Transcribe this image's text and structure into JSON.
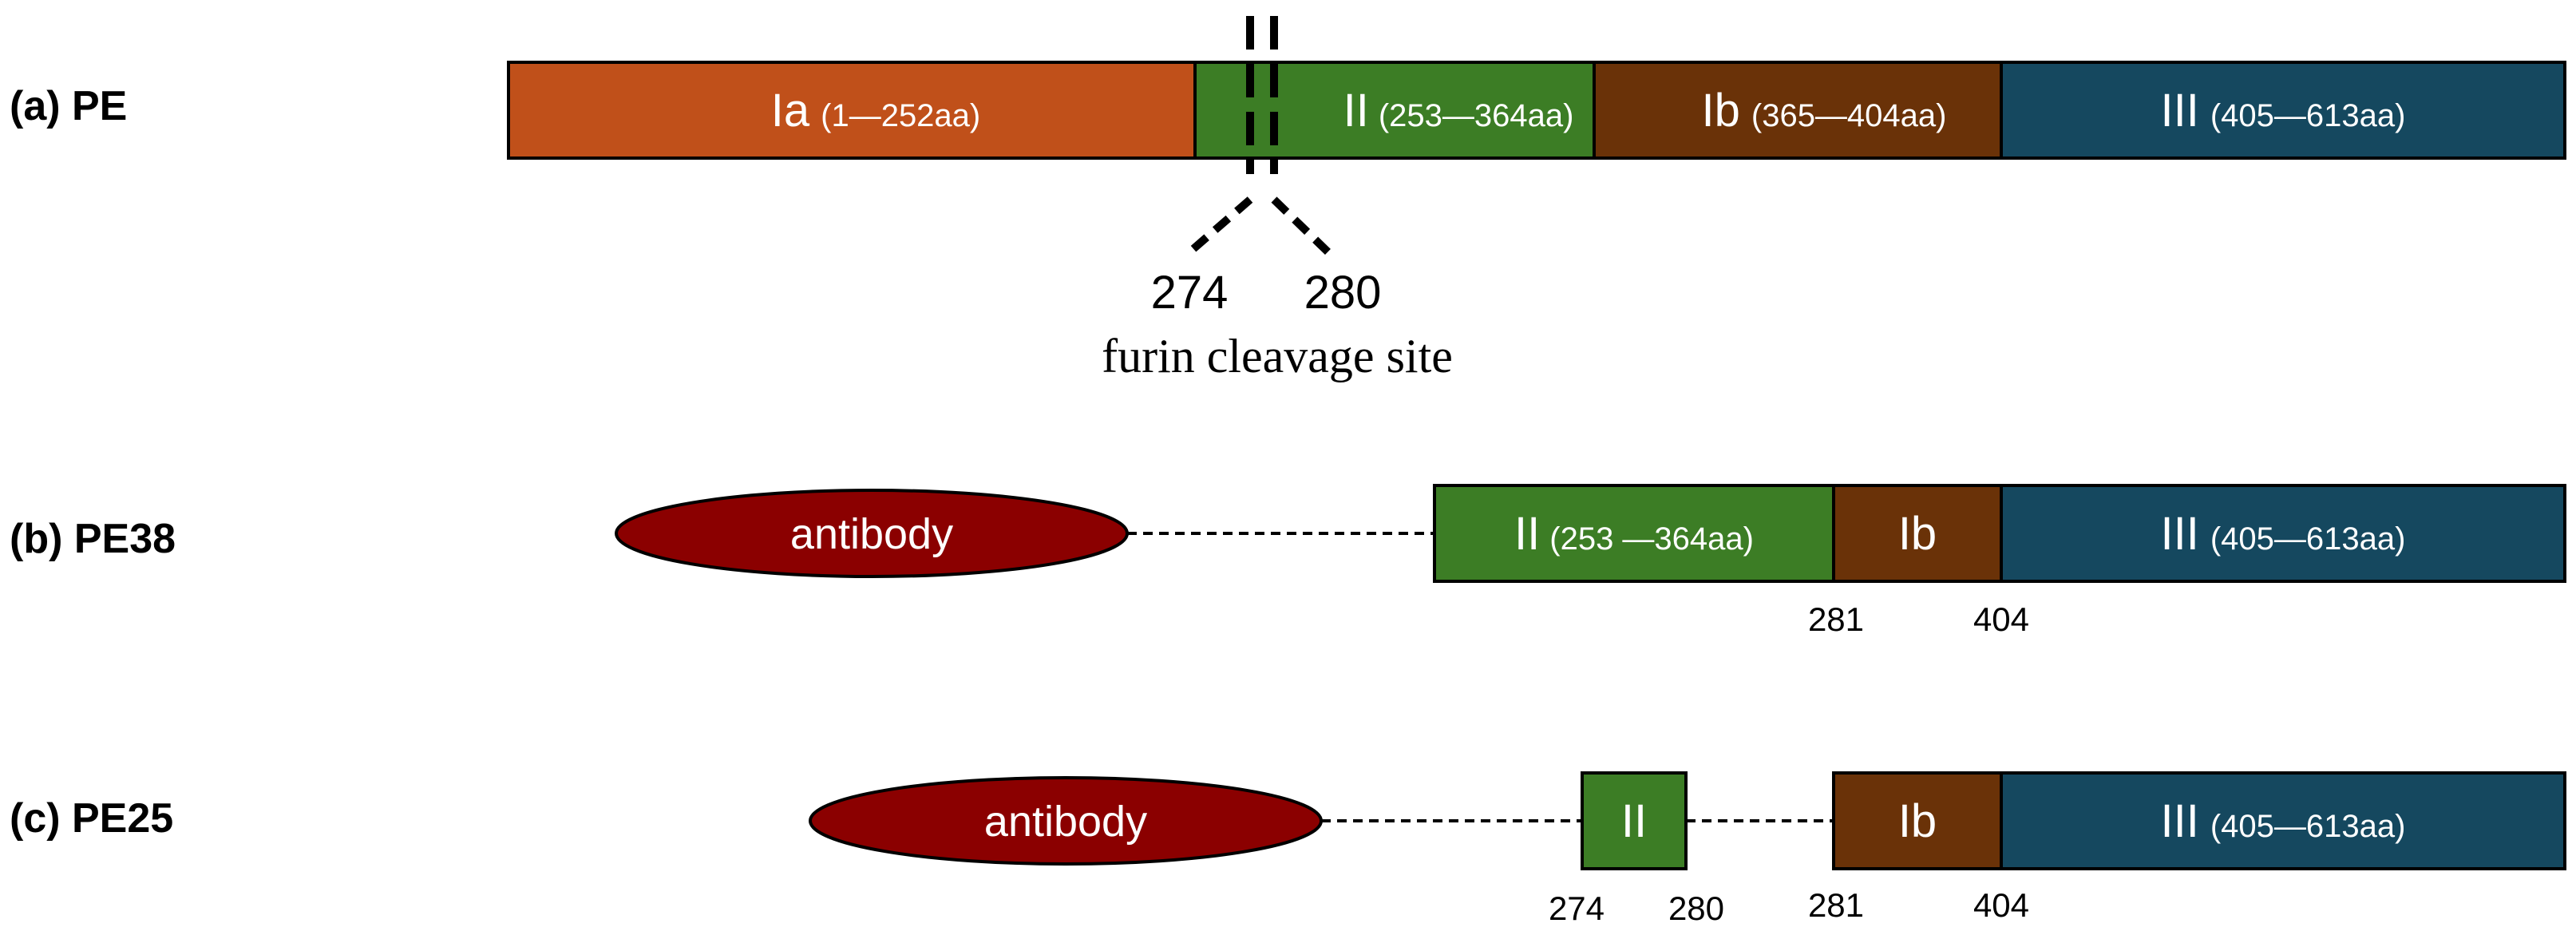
{
  "colors": {
    "domain_Ia": "#c0501a",
    "domain_II": "#3c7d25",
    "domain_Ib": "#6a3208",
    "domain_III": "#15485f",
    "antibody": "#8b0000"
  },
  "rows": {
    "a": {
      "label": "(a) PE",
      "domains": {
        "Ia": {
          "name": "Ia",
          "range": "(1—252aa)"
        },
        "II": {
          "name": "II",
          "range": "(253—364aa)"
        },
        "Ib": {
          "name": "Ib",
          "range": "(365—404aa)"
        },
        "III": {
          "name": "III",
          "range": "(405—613aa)"
        }
      },
      "cleavage": {
        "start": "274",
        "end": "280",
        "caption": "furin cleavage site"
      }
    },
    "b": {
      "label": "(b) PE38",
      "antibody": "antibody",
      "domains": {
        "II": {
          "name": "II",
          "range": "(253 —364aa)"
        },
        "Ib": {
          "name": "Ib"
        },
        "III": {
          "name": "III",
          "range": "(405—613aa)"
        }
      },
      "positions": {
        "p281": "281",
        "p404": "404"
      }
    },
    "c": {
      "label": "(c) PE25",
      "antibody": "antibody",
      "domains": {
        "II": {
          "name": "II"
        },
        "Ib": {
          "name": "Ib"
        },
        "III": {
          "name": "III",
          "range": "(405—613aa)"
        }
      },
      "positions": {
        "p274": "274",
        "p280": "280",
        "p281": "281",
        "p404": "404"
      }
    }
  }
}
